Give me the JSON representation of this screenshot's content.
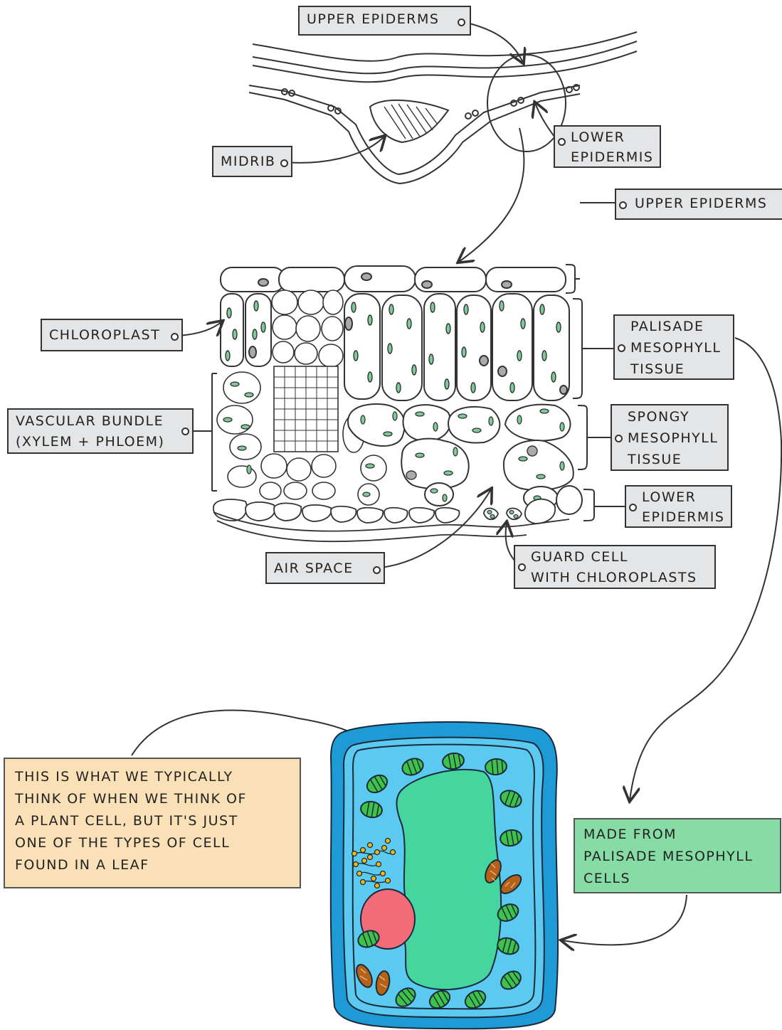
{
  "labels": {
    "upper_epidermis_top": "UPPER   EPIDERMS",
    "midrib": "MIDRIB",
    "lower_epidermis_top": [
      "LOWER",
      "EPIDERMIS"
    ],
    "upper_epidermis": "UPPER   EPIDERMS",
    "chloroplast": "CHLOROPLAST",
    "palisade": [
      "PALISADE",
      "MESOPHYLL",
      "TISSUE"
    ],
    "vascular_bundle": [
      "VASCULAR  BUNDLE",
      "(XYLEM + PHLOEM)"
    ],
    "spongy": [
      "SPONGY",
      "MESOPHYLL",
      "TISSUE"
    ],
    "lower_epidermis": [
      "LOWER",
      "EPIDERMIS"
    ],
    "air_space": "AIR  SPACE",
    "guard_cell": [
      "GUARD  CELL",
      "WITH  CHLOROPLASTS"
    ]
  },
  "notes": {
    "plant_cell_note": [
      "THIS  IS  WHAT  WE  TYPICALLY",
      "THINK  OF  WHEN  WE  THINK  OF",
      "A  PLANT  CELL,  BUT  IT'S  JUST",
      "ONE  OF  THE  TYPES  OF  CELL",
      "FOUND  IN  A  LEAF"
    ],
    "made_from_note": [
      "MADE  FROM",
      "PALISADE  MESOPHYLL",
      "CELLS"
    ]
  },
  "colors": {
    "label_fill": "#e4e5e7",
    "chloroplast": "#7ecb9a",
    "note_orange": "#fae0b6",
    "note_green": "#86dca4",
    "cell_wall": "#1e9bd7",
    "cytoplasm": "#5ccaf0",
    "vacuole": "#45d59e",
    "nucleus": "#f26b78",
    "chloroplast_bright": "#3ec24a",
    "mitochondria": "#b4621a",
    "ribosome": "#f0b810"
  }
}
